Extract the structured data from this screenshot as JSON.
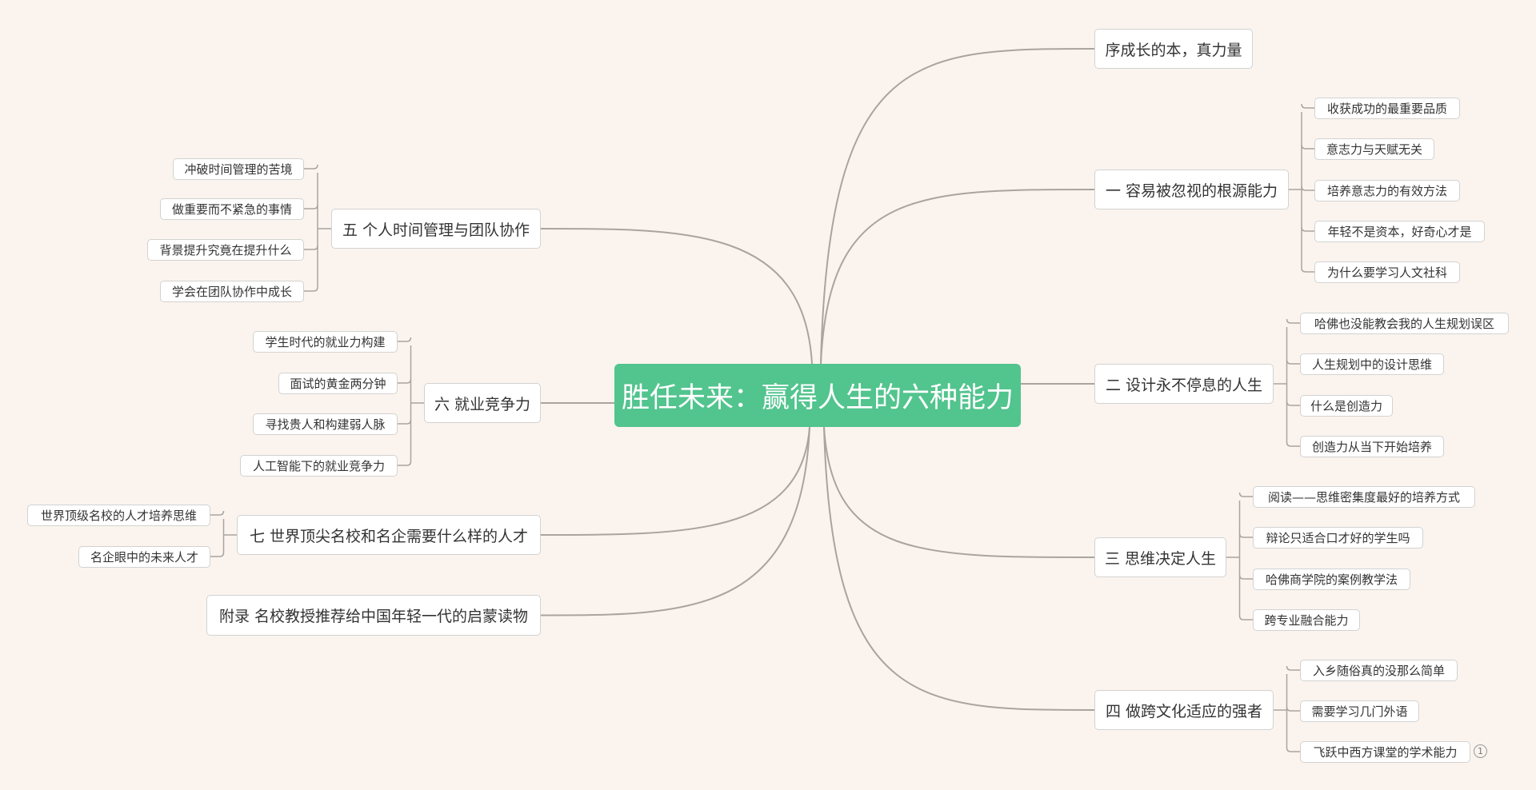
{
  "root": {
    "title": "胜任未来：赢得人生的六种能力"
  },
  "branches": [
    {
      "label": "序成长的本，真力量",
      "children": []
    },
    {
      "label": "一 容易被忽视的根源能力",
      "children": [
        "收获成功的最重要品质",
        "意志力与天赋无关",
        "培养意志力的有效方法",
        "年轻不是资本，好奇心才是",
        "为什么要学习人文社科"
      ]
    },
    {
      "label": "二 设计永不停息的人生",
      "children": [
        "哈佛也没能教会我的人生规划误区",
        "人生规划中的设计思维",
        "什么是创造力",
        "创造力从当下开始培养"
      ]
    },
    {
      "label": "三 思维决定人生",
      "children": [
        "阅读——思维密集度最好的培养方式",
        "辩论只适合口才好的学生吗",
        "哈佛商学院的案例教学法",
        "跨专业融合能力"
      ]
    },
    {
      "label": "四 做跨文化适应的强者",
      "children": [
        "入乡随俗真的没那么简单",
        "需要学习几门外语",
        "飞跃中西方课堂的学术能力"
      ],
      "badge": "1"
    },
    {
      "label": "五 个人时间管理与团队协作",
      "children": [
        "冲破时间管理的苦境",
        "做重要而不紧急的事情",
        "背景提升究竟在提升什么",
        "学会在团队协作中成长"
      ]
    },
    {
      "label": "六 就业竞争力",
      "children": [
        "学生时代的就业力构建",
        "面试的黄金两分钟",
        "寻找贵人和构建弱人脉",
        "人工智能下的就业竞争力"
      ]
    },
    {
      "label": "七 世界顶尖名校和名企需要什么样的人才",
      "children": [
        "世界顶级名校的人才培养思维",
        "名企眼中的未来人才"
      ]
    },
    {
      "label": "附录 名校教授推荐给中国年轻一代的启蒙读物",
      "children": []
    }
  ],
  "colors": {
    "background": "#fbf4ee",
    "root": "#52c48e",
    "line": "#aaa49e"
  }
}
